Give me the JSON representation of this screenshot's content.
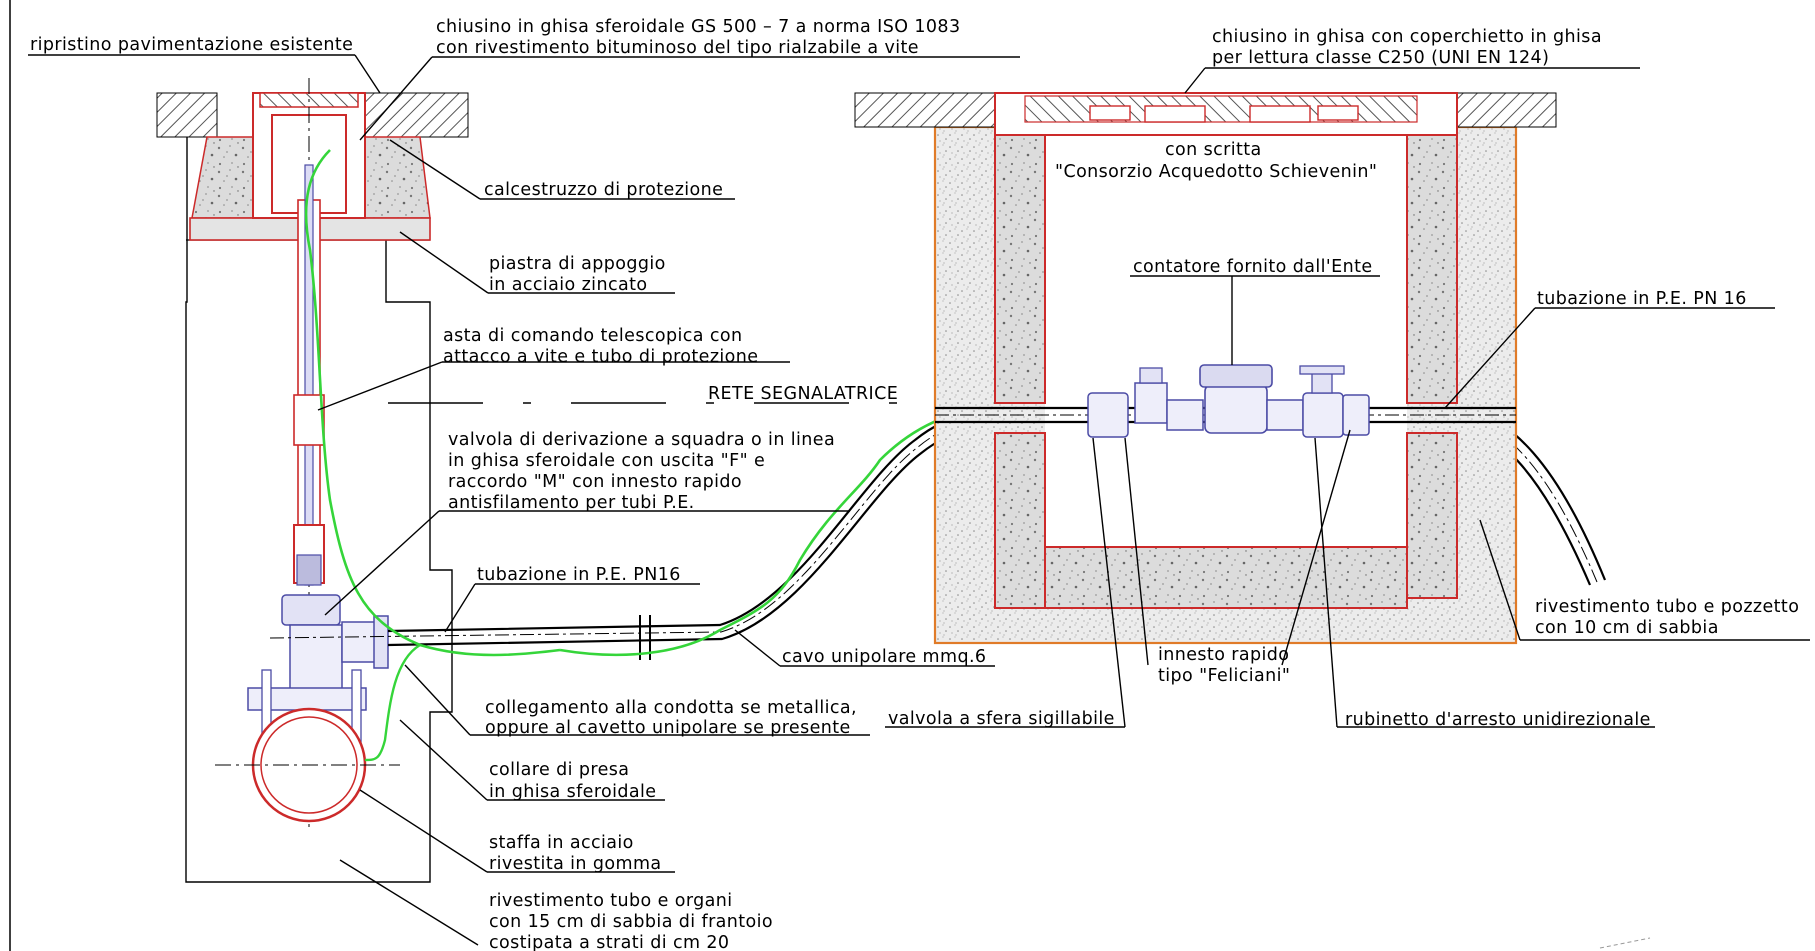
{
  "colors": {
    "concrete": "#d9d9d9",
    "wall": "#cc2a2a",
    "frame": "#e07b28",
    "pipe_green": "#35d53a",
    "hatch": "#555555",
    "metal": "#6a6ab8"
  },
  "labels": {
    "ripristino": "ripristino pavimentazione esistente",
    "chiusino_gs_1": "chiusino in ghisa sferoidale GS 500 – 7 a norma ISO 1083",
    "chiusino_gs_2": "con rivestimento bituminoso del tipo rialzabile a vite",
    "chiusino_c250_1": "chiusino in ghisa con coperchietto in ghisa",
    "chiusino_c250_2": "per lettura classe C250 (UNI EN 124)",
    "scritta_1": "con scritta",
    "scritta_2": "\"Consorzio Acquedotto Schievenin\"",
    "calcestruzzo": "calcestruzzo di protezione",
    "piastra_1": "piastra di appoggio",
    "piastra_2": "in acciaio zincato",
    "contatore": "contatore fornito dall'Ente",
    "tubazione_pn16_right": "tubazione in P.E. PN 16",
    "asta_1": "asta di comando telescopica con",
    "asta_2": "attacco a vite e tubo di protezione",
    "rete": "RETE SEGNALATRICE",
    "valvola_1": "valvola di derivazione a squadra o in linea",
    "valvola_2": "in ghisa sferoidale con uscita \"F\" e",
    "valvola_3": "raccordo \"M\" con innesto rapido",
    "valvola_4": "antisfilamento per tubi P.E.",
    "tubazione_pn16_left": "tubazione in P.E. PN16",
    "rivest_pozzetto_1": "rivestimento tubo e pozzetto",
    "rivest_pozzetto_2": "con 10 cm di sabbia",
    "cavo": "cavo unipolare mmq.6",
    "innesto_1": "innesto rapido",
    "innesto_2": "tipo \"Feliciani\"",
    "collegamento_1": "collegamento alla condotta se metallica,",
    "collegamento_2": "oppure al cavetto unipolare se presente",
    "valvola_sfera": "valvola a sfera sigillabile",
    "rubinetto": "rubinetto d'arresto unidirezionale",
    "collare_1": "collare di presa",
    "collare_2": "in ghisa sferoidale",
    "staffa_1": "staffa in acciaio",
    "staffa_2": "rivestita in gomma",
    "rivest_tubo_1": "rivestimento tubo e organi",
    "rivest_tubo_2": "con 15 cm di sabbia di frantoio",
    "rivest_tubo_3": "costipata a strati di cm 20"
  }
}
